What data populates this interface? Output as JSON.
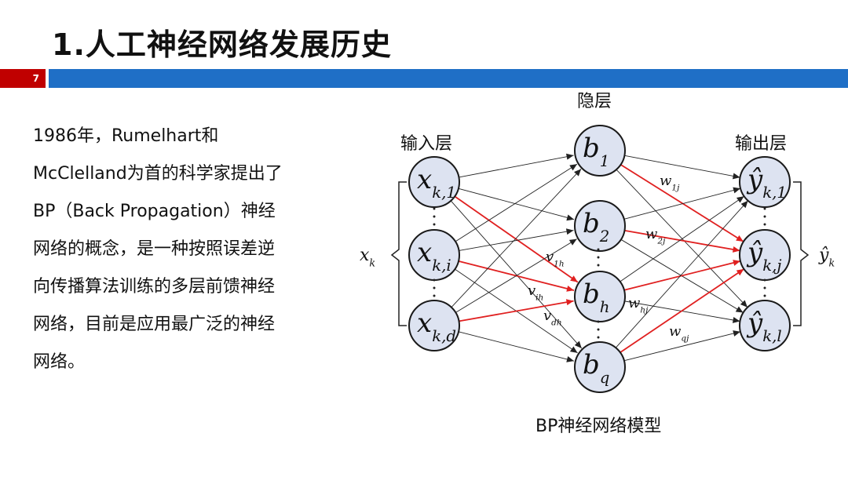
{
  "slide": {
    "title": "1.人工神经网络发展历史",
    "page_number": "7",
    "body_lines": [
      "1986年，Rumelhart和",
      "McClelland为首的科学家提出了",
      "BP（Back Propagation）神经",
      "网络的概念，是一种按照误差逆",
      "向传播算法训练的多层前馈神经",
      "网络，目前是应用最广泛的神经",
      "网络。"
    ],
    "colors": {
      "accent_red": "#c00000",
      "accent_blue": "#1f6fc6",
      "highlight_edge": "#e02020"
    }
  },
  "diagram": {
    "caption": "BP神经网络模型",
    "layer_labels": {
      "input": "输入层",
      "hidden": "隐层",
      "output": "输出层"
    },
    "input_nodes": [
      {
        "base": "x",
        "sub": "k,1"
      },
      {
        "base": "x",
        "sub": "k,i"
      },
      {
        "base": "x",
        "sub": "k,d"
      }
    ],
    "hidden_nodes": [
      {
        "base": "b",
        "sub": "1"
      },
      {
        "base": "b",
        "sub": "2"
      },
      {
        "base": "b",
        "sub": "h"
      },
      {
        "base": "b",
        "sub": "q"
      }
    ],
    "output_nodes": [
      {
        "base": "ŷ",
        "sub": "k,1"
      },
      {
        "base": "ŷ",
        "sub": "k,j"
      },
      {
        "base": "ŷ",
        "sub": "k,l"
      }
    ],
    "input_vector": {
      "base": "x",
      "sub": "k"
    },
    "output_vector": {
      "base": "ŷ",
      "sub": "k"
    },
    "input_weight_labels": [
      {
        "base": "v",
        "sub": "1h"
      },
      {
        "base": "v",
        "sub": "ih"
      },
      {
        "base": "v",
        "sub": "dh"
      }
    ],
    "output_weight_labels": [
      {
        "base": "w",
        "sub": "1j"
      },
      {
        "base": "w",
        "sub": "2j"
      },
      {
        "base": "w",
        "sub": "hj"
      },
      {
        "base": "w",
        "sub": "qj"
      }
    ],
    "vertical_dots": "·\n·\n·"
  }
}
